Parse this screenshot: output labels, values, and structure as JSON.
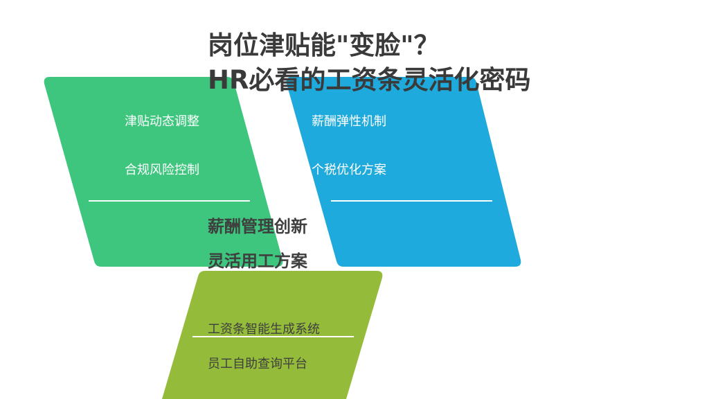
{
  "title": {
    "line1": "岗位津贴能\"变脸\"？",
    "line2": "HR必看的工资条灵活化密码"
  },
  "colors": {
    "green": "#3ec67e",
    "blue": "#1eaadc",
    "olive": "#94bc3a",
    "title_text": "#3a3a3a"
  },
  "green_card": {
    "item1": "津贴动态调整",
    "item2": "合规风险控制"
  },
  "blue_card": {
    "item1": "薪酬弹性机制",
    "item2": "个税优化方案"
  },
  "center": {
    "line1": "薪酬管理创新",
    "line2": "灵活用工方案"
  },
  "olive_card": {
    "item1": "工资条智能生成系统",
    "item2": "员工自助查询平台"
  }
}
